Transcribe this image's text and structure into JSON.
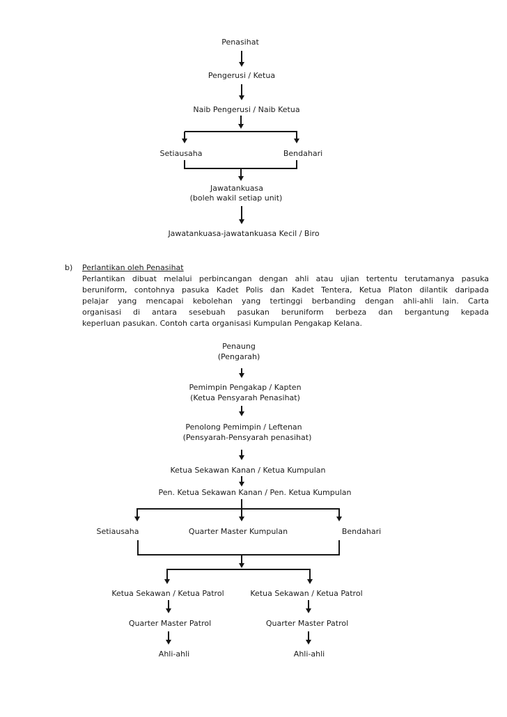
{
  "page": {
    "background": "#ffffff",
    "text_color": "#1c1c1c",
    "line_color": "#161616"
  },
  "org_chart_top": {
    "penasihat": "Penasihat",
    "pengerusi": "Pengerusi / Ketua",
    "naib_pengerusi": "Naib Pengerusi / Naib Ketua",
    "setiausaha": "Setiausaha",
    "bendahari": "Bendahari",
    "jawatankuasa": "Jawatankuasa",
    "jawatankuasa_note": "(boleh wakil setiap unit)",
    "jawatankuasa_kecil": "Jawatankuasa-jawatankuasa Kecil / Biro"
  },
  "paragraph_b": {
    "item_label": "b)",
    "heading": "Perlantikan oleh Penasihat",
    "body_lines": [
      "Perlantikan dibuat melalui perbincangan dengan ahli atau ujian tertentu terutamanya pasuka",
      "beruniform, contohnya pasuka Kadet Polis dan Kadet Tentera, Ketua Platon dilantik daripada",
      "pelajar yang mencapai kebolehan yang tertinggi berbanding dengan ahli-ahli lain. Carta",
      "organisasi di antara sesebuah pasukan beruniform berbeza dan bergantung kepada",
      "keperluan pasukan. Contoh carta organisasi Kumpulan Pengakap Kelana."
    ]
  },
  "org_chart_pengakap": {
    "penaung": "Penaung",
    "penaung_sub": "(Pengarah)",
    "pemimpin": "Pemimpin Pengakap / Kapten",
    "pemimpin_sub": "(Ketua Pensyarah Penasihat)",
    "penolong": "Penolong Pemimpin / Leftenan",
    "penolong_sub": "(Pensyarah-Pensyarah penasihat)",
    "ketua_sekawan_kanan": "Ketua Sekawan Kanan / Ketua Kumpulan",
    "pen_ketua": "Pen. Ketua Sekawan Kanan / Pen. Ketua Kumpulan",
    "setiausaha": "Setiausaha",
    "quarter_master_kumpulan": "Quarter Master Kumpulan",
    "bendahari": "Bendahari",
    "ketua_sekawan_left": "Ketua Sekawan / Ketua Patrol",
    "ketua_sekawan_right": "Ketua Sekawan / Ketua Patrol",
    "qm_patrol_left": "Quarter Master Patrol",
    "qm_patrol_right": "Quarter Master Patrol",
    "ahli_left": "Ahli-ahli",
    "ahli_right": "Ahli-ahli"
  }
}
